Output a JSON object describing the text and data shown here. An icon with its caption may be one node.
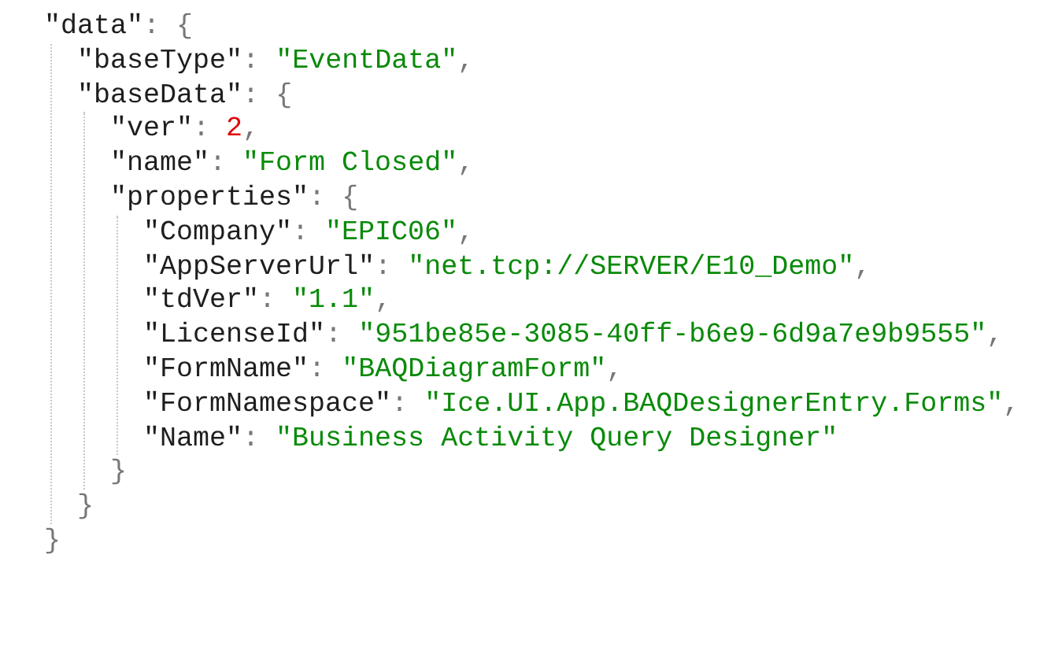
{
  "diagram": {
    "labels": [
      "\"data\": {",
      "\"baseType\": \"EventData\",",
      "\"baseData\": {",
      "\"ver\": 2,",
      "\"name\": \"Form Closed\",",
      "\"properties\": {",
      "\"Company\": \"EPIC06\",",
      "\"AppServerUrl\": \"net.tcp://SERVER/E10_Demo\",",
      "\"tdVer\": \"1.1\",",
      "\"LicenseId\": \"951be85e-3085-40ff-b6e9-6d9a7e9b9555\",",
      "\"FormName\": \"BAQDiagramForm\",",
      "\"FormNamespace\": \"Ice.UI.App.BAQDesignerEntry.Forms\",",
      "\"Name\": \"Business Activity Query Designer\"",
      "}",
      "}",
      "}"
    ]
  }
}
